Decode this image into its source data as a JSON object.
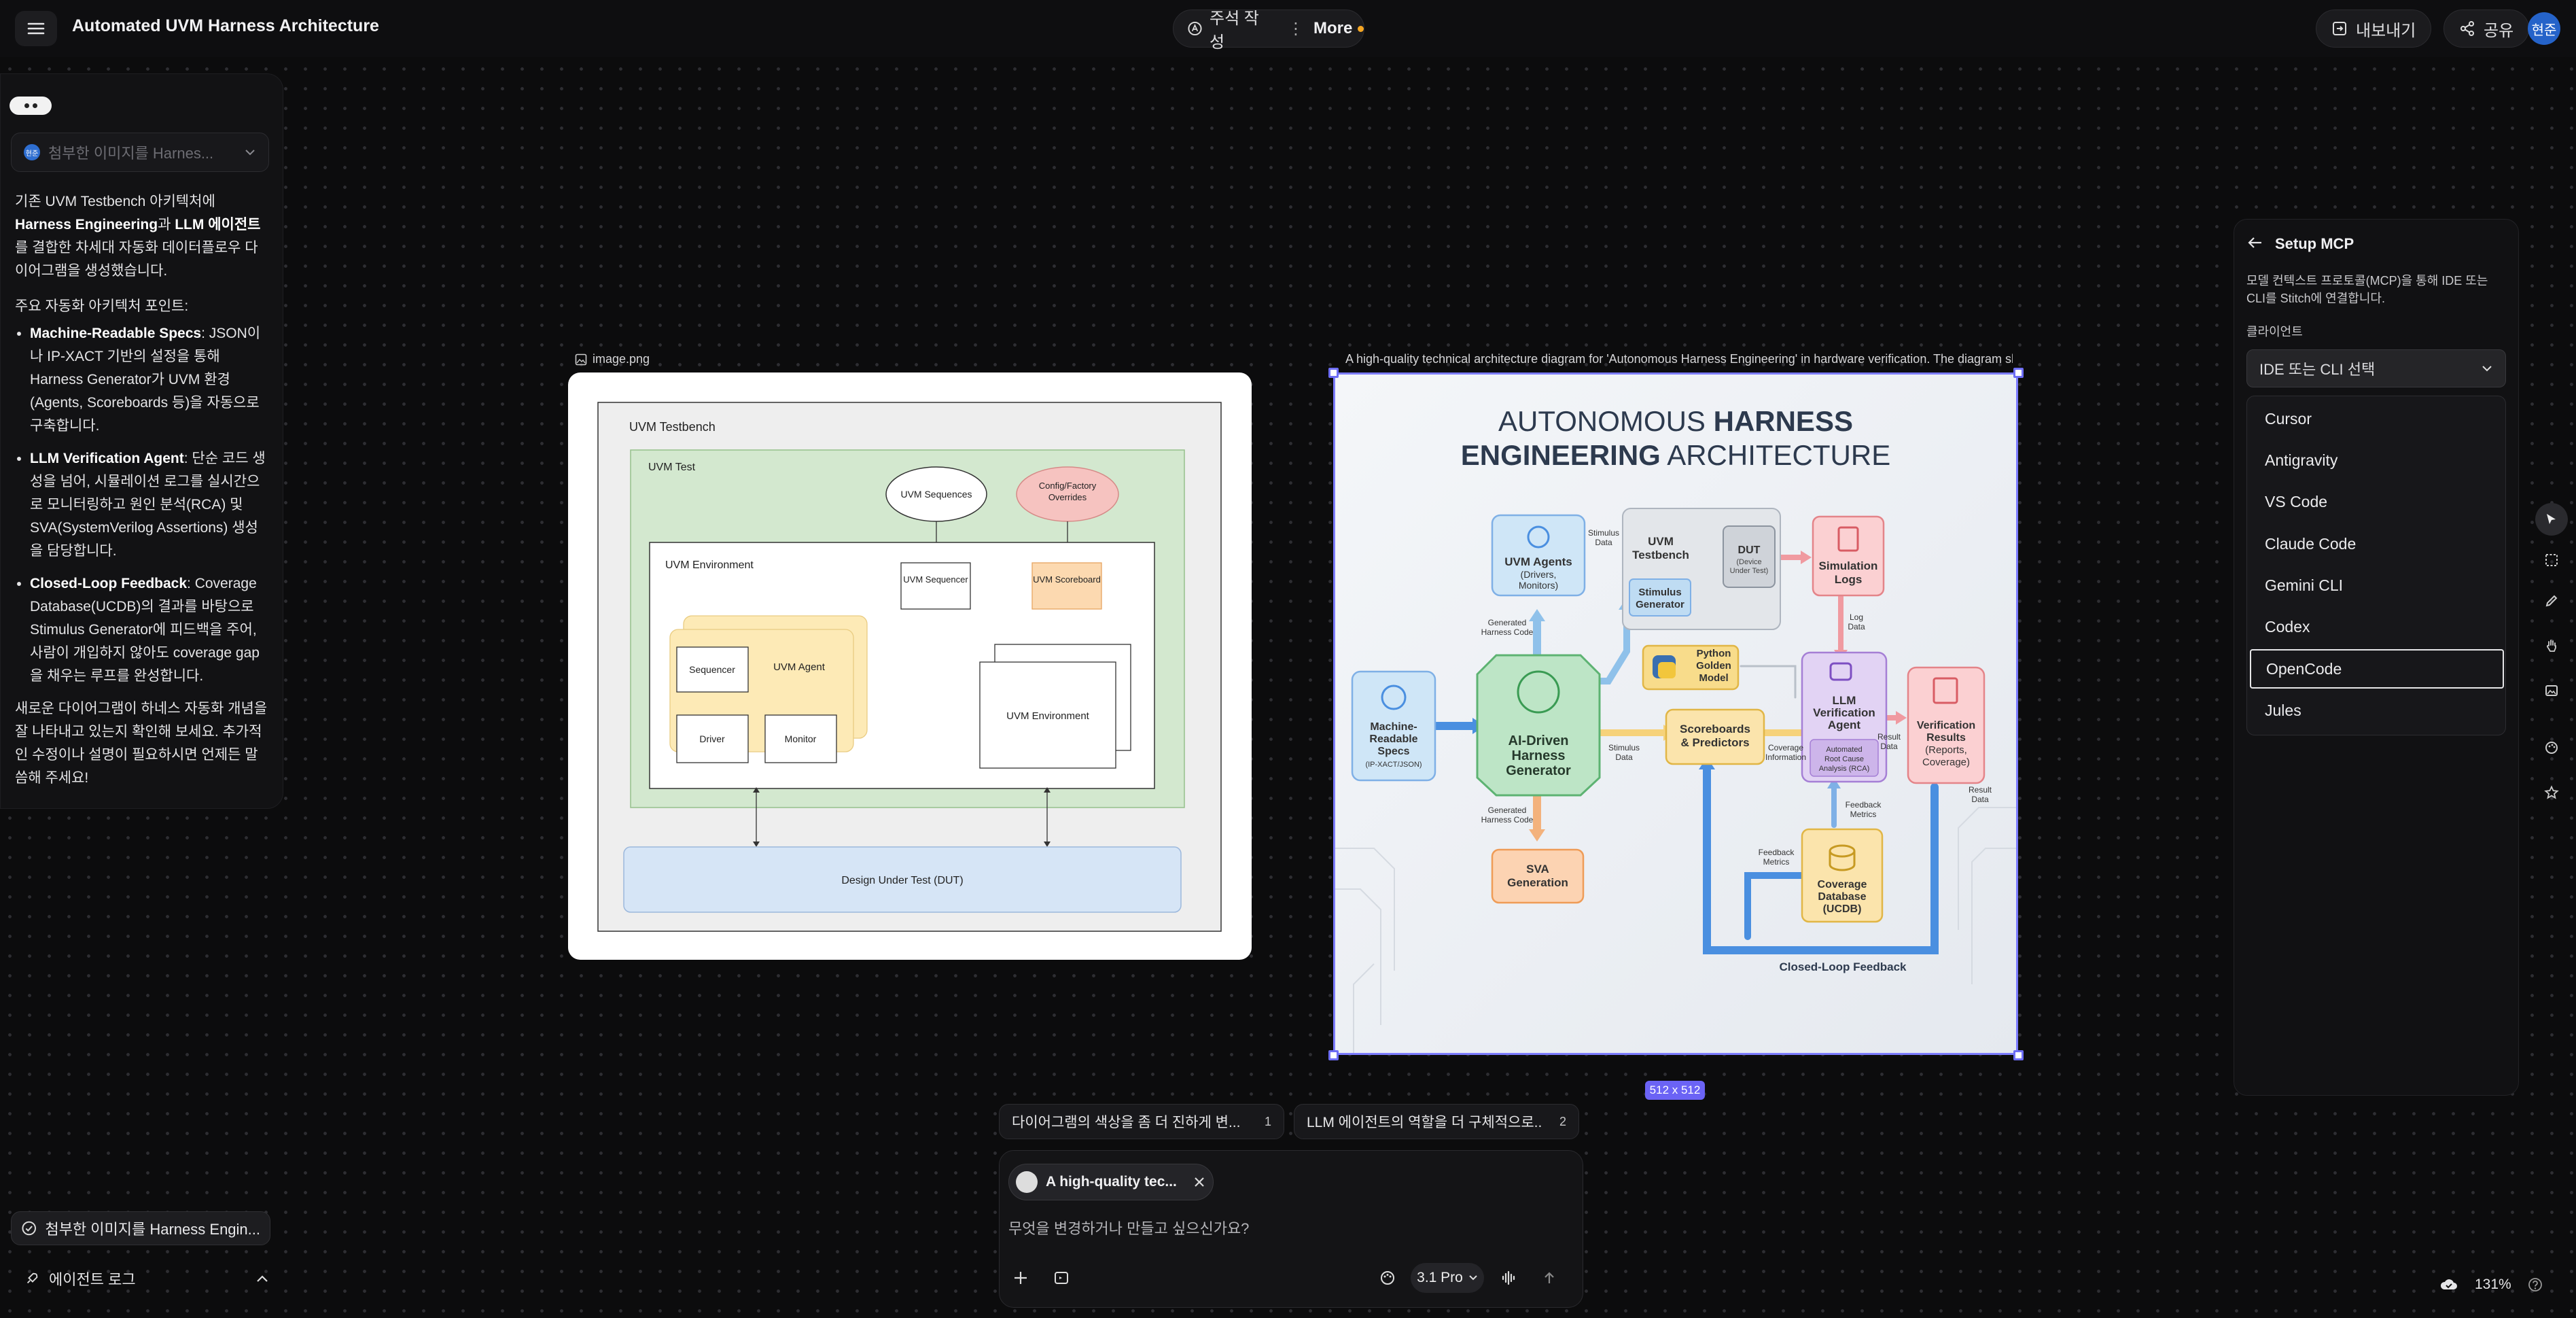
{
  "header": {
    "title": "Automated UVM Harness Architecture",
    "annotate_label": "주석 작성",
    "more_label": "More",
    "export_label": "내보내기",
    "share_label": "공유",
    "avatar_text": "현준"
  },
  "chat": {
    "reference_select_text": "첨부한 이미지를 Harnes...",
    "intro": [
      "기존 UVM Testbench 아키텍처에 ",
      "Harness Engineering",
      "과 ",
      "LLM 에이전트",
      "를 결합한 차세대 자동화 데이터플로우 다이어그램을 생성했습니다."
    ],
    "points_heading": "주요 자동화 아키텍처 포인트:",
    "points": [
      {
        "title": "Machine-Readable Specs",
        "text": ": JSON이나 IP-XACT 기반의 설정을 통해 Harness Generator가 UVM 환경(Agents, Scoreboards 등)을 자동으로 구축합니다."
      },
      {
        "title": "LLM Verification Agent",
        "text": ": 단순 코드 생성을 넘어, 시뮬레이션 로그를 실시간으로 모니터링하고 원인 분석(RCA) 및 SVA(SystemVerilog Assertions) 생성을 담당합니다."
      },
      {
        "title": "Closed-Loop Feedback",
        "text": ": Coverage Database(UCDB)의 결과를 바탕으로 Stimulus Generator에 피드백을 주어, 사람이 개입하지 않아도 coverage gap을 채우는 루프를 완성합니다."
      }
    ],
    "closing": "새로운 다이어그램이 하네스 자동화 개념을 잘 나타내고 있는지 확인해 보세요. 추가적인 수정이나 설명이 필요하시면 언제든 말씀해 주세요!",
    "bottom_chip": "첨부한 이미지를 Harness Engin...",
    "agent_log_label": "에이전트 로그"
  },
  "canvas": {
    "frame1_label": "image.png",
    "frame2_label": "A high-quality technical architecture diagram for 'Autonomous Harness Engineering' in hardware verification. The diagram sh...",
    "size_badge": "512 x 512"
  },
  "uvm_diagram": {
    "testbench": "UVM Testbench",
    "test": "UVM Test",
    "sequences": "UVM Sequences",
    "config_overrides": "Config/Factory Overrides",
    "environment": "UVM Environment",
    "sequencer": "UVM Sequencer",
    "scoreboard": "UVM Scoreboard",
    "agent_sequencer": "Sequencer",
    "agent": "UVM Agent",
    "driver": "Driver",
    "monitor": "Monitor",
    "sub_environment": "UVM Environment",
    "dut": "Design Under Test (DUT)"
  },
  "harness_diagram": {
    "title_line1_a": "AUTONOMOUS ",
    "title_line1_b": "HARNESS",
    "title_line2_a": "ENGINEERING",
    "title_line2_b": " ARCHITECTURE",
    "uvm_agents": [
      "UVM Agents",
      "(Drivers,",
      "Monitors)"
    ],
    "uvm_testbench": [
      "UVM",
      "Testbench"
    ],
    "dut": [
      "DUT",
      "(Device",
      "Under Test)"
    ],
    "stimulus_generator": [
      "Stimulus",
      "Generator"
    ],
    "simulation_logs": [
      "Simulation",
      "Logs"
    ],
    "specs": [
      "Machine-",
      "Readable",
      "Specs",
      "(IP-XACT/JSON)"
    ],
    "generator": [
      "AI-Driven",
      "Harness",
      "Generator"
    ],
    "python_model": [
      "Python",
      "Golden",
      "Model"
    ],
    "scoreboards": [
      "Scoreboards",
      "& Predictors"
    ],
    "llm_agent": [
      "LLM",
      "Verification",
      "Agent"
    ],
    "rca": [
      "Automated",
      "Root Cause",
      "Analysis (RCA)"
    ],
    "verification_results": [
      "Verification",
      "Results",
      "(Reports,",
      "Coverage)"
    ],
    "sva": [
      "SVA",
      "Generation"
    ],
    "coverage_db": [
      "Coverage",
      "Database",
      "(UCDB)"
    ],
    "lbl_stimulus_data": [
      "Stimulus",
      "Data"
    ],
    "lbl_generated_code_top": [
      "Generated",
      "Harness Code"
    ],
    "lbl_generated_code_bottom": [
      "Generated",
      "Harness Code"
    ],
    "lbl_stimulus_data2": [
      "Stimulus",
      "Data"
    ],
    "lbl_coverage_info": [
      "Coverage",
      "Information"
    ],
    "lbl_log_data": [
      "Log",
      "Data"
    ],
    "lbl_result_data": [
      "Result",
      "Data"
    ],
    "lbl_result_data2": [
      "Result",
      "Data"
    ],
    "lbl_feedback_metrics": [
      "Feedback",
      "Metrics"
    ],
    "lbl_feedback_metrics2": [
      "Feedback",
      "Metrics"
    ],
    "closed_loop": "Closed-Loop Feedback"
  },
  "suggestions": [
    {
      "text": "다이어그램의 색상을 좀 더 진하게 변...",
      "num": "1"
    },
    {
      "text": "LLM 에이전트의 역할을 더 구체적으로...",
      "num": "2"
    }
  ],
  "composer": {
    "attachment_label": "A high-quality tec...",
    "placeholder": "무엇을 변경하거나 만들고 싶으신가요?",
    "model": "3.1 Pro"
  },
  "mcp": {
    "title": "Setup MCP",
    "description": "모델 컨텍스트 프로토콜(MCP)을 통해 IDE 또는 CLI를 Stitch에 연결합니다.",
    "client_label": "클라이언트",
    "select_placeholder": "IDE 또는 CLI 선택",
    "options": [
      "Cursor",
      "Antigravity",
      "VS Code",
      "Claude Code",
      "Gemini CLI",
      "Codex",
      "OpenCode",
      "Jules"
    ],
    "selected_index": 6
  },
  "zoom": "131%",
  "colors": {
    "accent": "#6e6ef5",
    "status_dot": "#f5a623",
    "avatar": "#2563c9"
  }
}
